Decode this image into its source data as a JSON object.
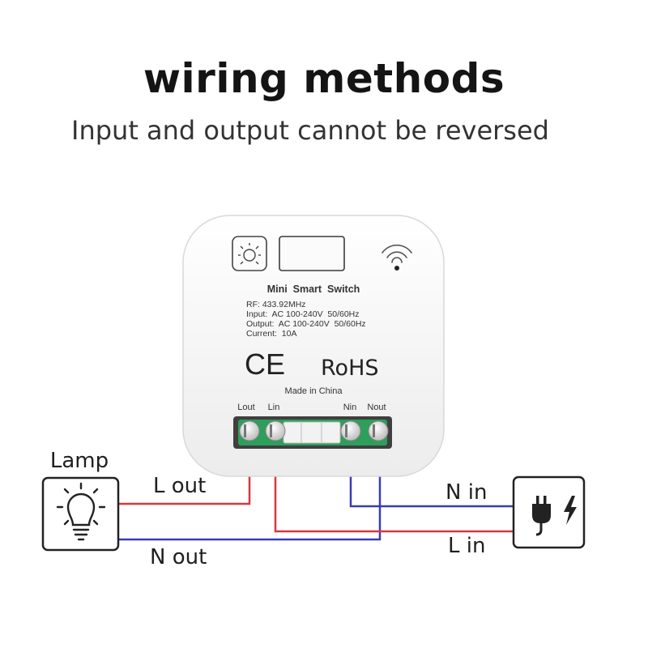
{
  "header": {
    "title": "wiring methods",
    "subtitle": "Input and output cannot be reversed"
  },
  "device": {
    "name": "Mini  Smart  Switch",
    "spec_rf": "RF: 433.92MHz",
    "spec_input": "Input:  AC 100-240V  50/60Hz",
    "spec_output": "Output:  AC 100-240V  50/60Hz",
    "spec_current": "Current:  10A",
    "ce_mark": "CE",
    "rohs_mark": "RoHS",
    "origin": "Made in China",
    "terminals": {
      "lout": "Lout",
      "lin": "Lin",
      "nin": "Nin",
      "nout": "Nout"
    },
    "icons": [
      "light-bulb-button-icon",
      "wifi-icon"
    ]
  },
  "lamp": {
    "label": "Lamp",
    "icon": "light-bulb-icon"
  },
  "power": {
    "icon": "power-plug-lightning-icon"
  },
  "wires": {
    "l_out": "L out",
    "n_out": "N out",
    "n_in": "N in",
    "l_in": "L in"
  },
  "colors": {
    "live_wire": "#d9363e",
    "neutral_wire": "#3a3ab8",
    "terminal_board": "#2e9e5b",
    "device_body": "#f4f4f4"
  }
}
